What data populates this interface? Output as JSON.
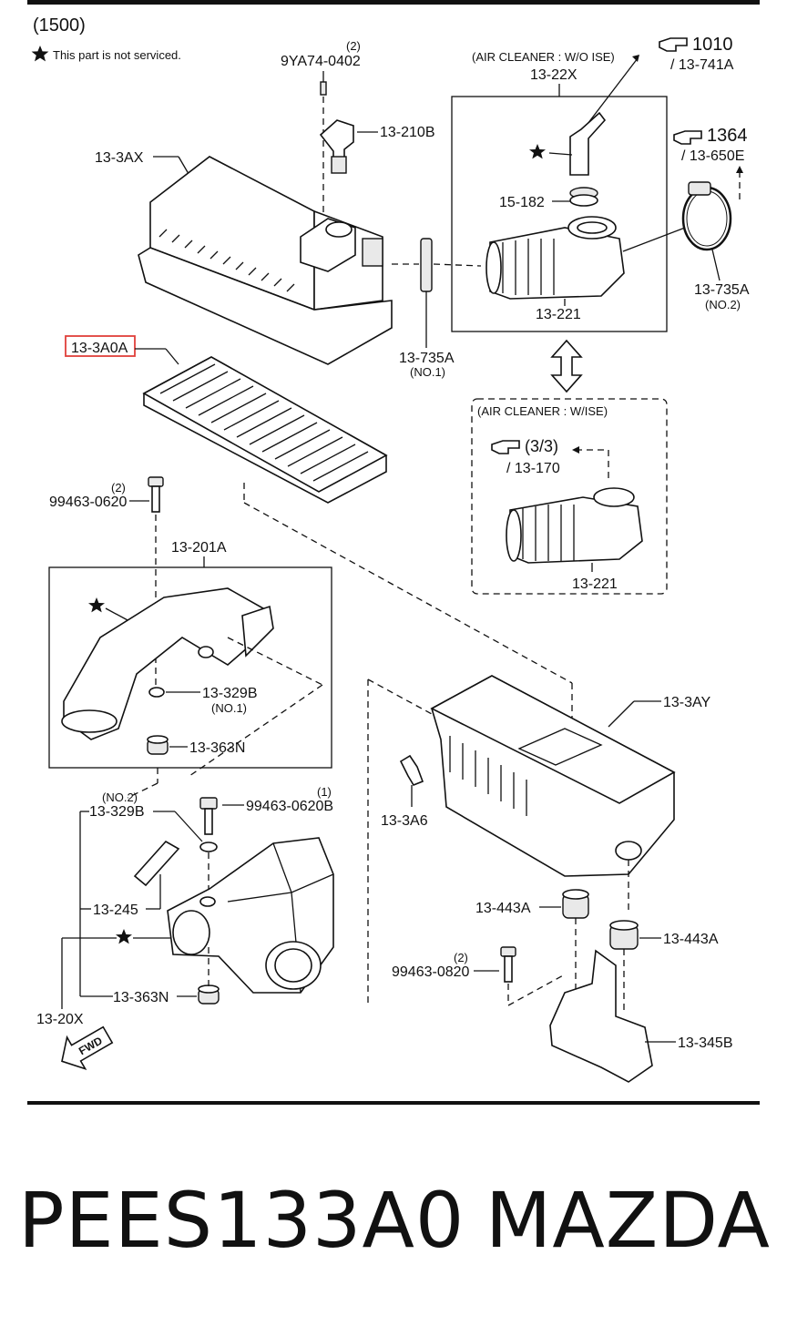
{
  "header": {
    "group_code": "(1500)",
    "legend_text": "This part is not serviced."
  },
  "labels": {
    "p9ya74_qty": "(2)",
    "p9ya74": "9YA74-0402",
    "p13_210b": "13-210B",
    "p13_3ax": "13-3AX",
    "ac_woise_title": "(AIR CLEANER : W/O ISE)",
    "p13_22x": "13-22X",
    "ref1010_num": "1010",
    "ref1010_sub": "/ 13-741A",
    "ref1364_num": "1364",
    "ref1364_sub": "/ 13-650E",
    "p15_182": "15-182",
    "p13_221_top": "13-221",
    "p13_735a_right": "13-735A",
    "p13_735a_right_no": "(NO.2)",
    "p13_3a0a": "13-3A0A",
    "p13_735a_mid": "13-735A",
    "p13_735a_mid_no": "(NO.1)",
    "ac_wise_title": "(AIR CLEANER : W/ISE)",
    "ref33_num": "(3/3)",
    "ref33_sub": "/ 13-170",
    "p13_221_bot": "13-221",
    "p99463_0620_qty": "(2)",
    "p99463_0620": "99463-0620",
    "p13_201a": "13-201A",
    "p13_329b_no1": "13-329B",
    "p13_329b_no1_no": "(NO.1)",
    "p13_363n_top": "13-363N",
    "p13_3ay": "13-3AY",
    "p13_329b_no2_no": "(NO.2)",
    "p13_329b_no2": "13-329B",
    "p99463_0620b_qty": "(1)",
    "p99463_0620b": "99463-0620B",
    "p13_3a6": "13-3A6",
    "p13_245": "13-245",
    "p13_443a_l": "13-443A",
    "p13_443a_r": "13-443A",
    "p99463_0820_qty": "(2)",
    "p99463_0820": "99463-0820",
    "p13_363n_bot": "13-363N",
    "p13_20x": "13-20X",
    "p13_345b": "13-345B",
    "fwd": "FWD"
  },
  "footer": {
    "part_number": "PEES133A0",
    "brand": "MAZDA"
  },
  "colors": {
    "highlight": "#e0403a",
    "ink": "#111111"
  },
  "icons": {
    "not_serviced": "star-icon",
    "reference": "pointing-hand-icon",
    "direction": "fwd-arrow-icon"
  }
}
